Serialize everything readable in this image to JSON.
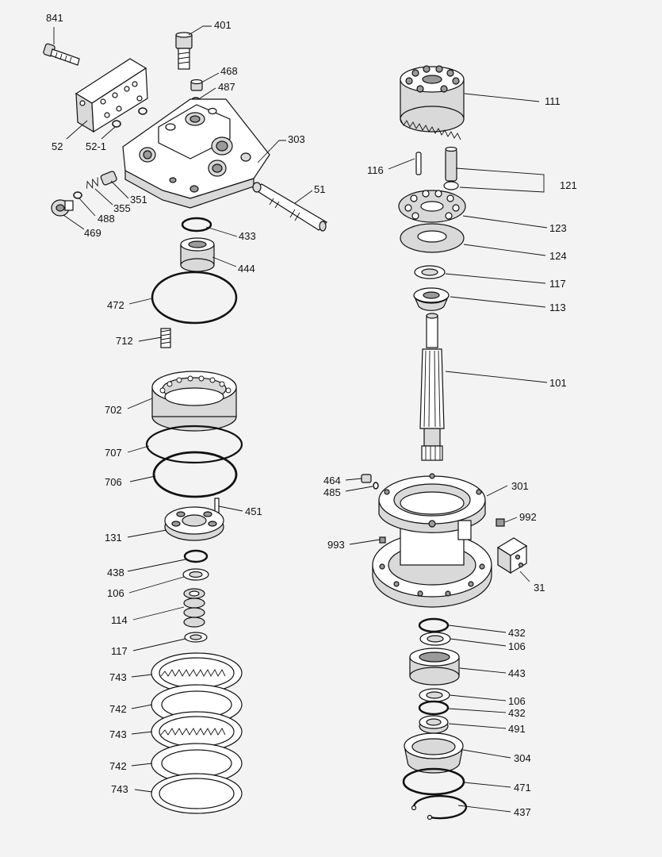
{
  "labels": [
    "841",
    "401",
    "468",
    "487",
    "52",
    "52-1",
    "303",
    "351",
    "355",
    "488",
    "469",
    "51",
    "433",
    "444",
    "472",
    "712",
    "702",
    "707",
    "706",
    "451",
    "131",
    "438",
    "106",
    "114",
    "117",
    "743",
    "742",
    "743",
    "742",
    "743",
    "111",
    "116",
    "121",
    "123",
    "124",
    "117",
    "113",
    "101",
    "464",
    "485",
    "301",
    "992",
    "993",
    "31",
    "432",
    "106",
    "443",
    "106",
    "432",
    "491",
    "304",
    "471",
    "437"
  ]
}
